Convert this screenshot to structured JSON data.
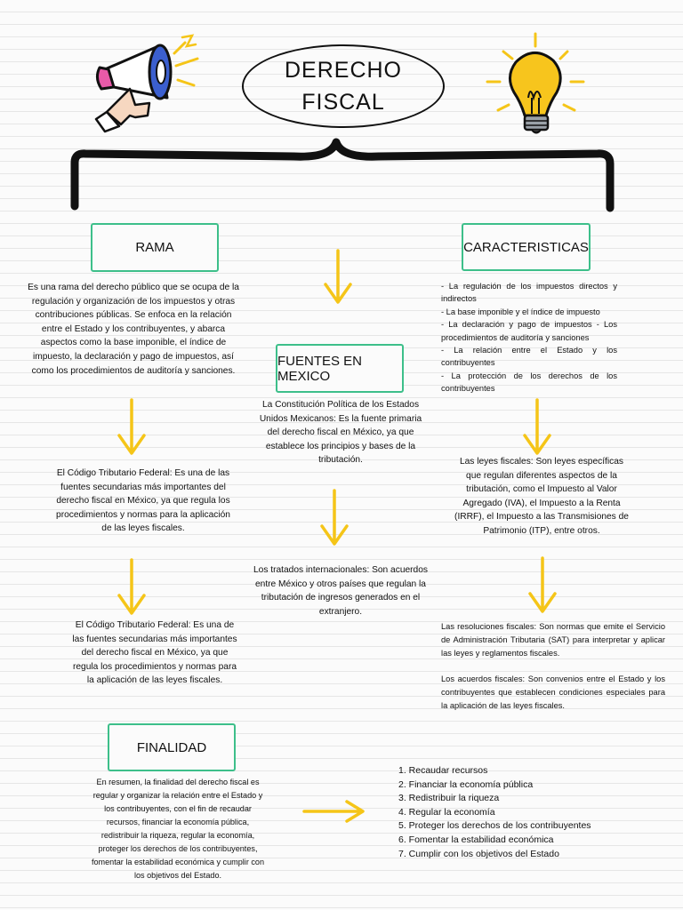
{
  "title": {
    "line1": "DERECHO",
    "line2": "FISCAL"
  },
  "boxes": {
    "rama": "RAMA",
    "caracteristicas": "CARACTERISTICAS",
    "fuentes": "FUENTES EN MEXICO",
    "finalidad": "FINALIDAD"
  },
  "rama_text": "Es una rama del derecho público que se ocupa de la regulación y organización de los impuestos y otras contribuciones públicas. Se enfoca en la relación entre el Estado y los contribuyentes, y abarca aspectos como la base imponible, el índice de impuesto, la declaración y pago de impuestos, así como los procedimientos de auditoría y sanciones.",
  "caracteristicas_items": [
    "- La regulación de los impuestos directos y indirectos",
    "- La base imponible y el índice de impuesto",
    "- La declaración y pago de impuestos - Los procedimientos de auditoría y sanciones",
    "- La relación entre el Estado y los contribuyentes",
    "- La protección de los derechos de los contribuyentes"
  ],
  "fuentes_constitucion": "La Constitución Política de los Estados Unidos Mexicanos: Es la fuente primaria del derecho fiscal en México, ya que establece los principios y bases de la tributación.",
  "fuentes_tratados": "Los tratados internacionales: Son acuerdos entre México y otros países que regulan la tributación de ingresos generados en el extranjero.",
  "codigo_1": "El Código Tributario Federal: Es una de las fuentes secundarias más importantes del derecho fiscal en México, ya que regula los procedimientos y normas para la aplicación de las leyes fiscales.",
  "codigo_2": "El Código Tributario Federal: Es una de las fuentes secundarias más importantes del derecho fiscal en México, ya que regula los procedimientos y normas para la aplicación de las leyes fiscales.",
  "leyes_fiscales": "Las leyes fiscales: Son leyes específicas que regulan diferentes aspectos de la tributación, como el Impuesto al Valor Agregado (IVA), el Impuesto a la Renta (IRRF), el Impuesto a las Transmisiones de Patrimonio (ITP), entre otros.",
  "resoluciones": "Las resoluciones fiscales: Son normas que emite el Servicio de Administración Tributaria (SAT) para interpretar y aplicar las leyes y reglamentos fiscales.",
  "acuerdos": "Los acuerdos fiscales: Son convenios entre el Estado y los contribuyentes que establecen condiciones especiales para la aplicación de las leyes fiscales.",
  "finalidad_text": "En resumen, la finalidad del derecho fiscal es regular y organizar la relación entre el Estado y los contribuyentes, con el fin de recaudar recursos, financiar la economía pública, redistribuir la riqueza, regular la economía, proteger los derechos de los contribuyentes, fomentar la estabilidad económica y cumplir con los objetivos del Estado.",
  "finalidad_list": [
    "1. Recaudar recursos",
    "2. Financiar la economía pública",
    "3. Redistribuir la riqueza",
    "4. Regular la economía",
    "5. Proteger los derechos de los contribuyentes",
    "6. Fomentar la estabilidad económica",
    "7. Cumplir con los objetivos del Estado"
  ],
  "colors": {
    "box_border": "#3dbf8a",
    "arrow": "#f5c518",
    "ink": "#111111"
  },
  "icons": [
    "megaphone-icon",
    "lightbulb-icon",
    "curly-brace",
    "arrow-down-icon",
    "arrow-right-icon"
  ]
}
